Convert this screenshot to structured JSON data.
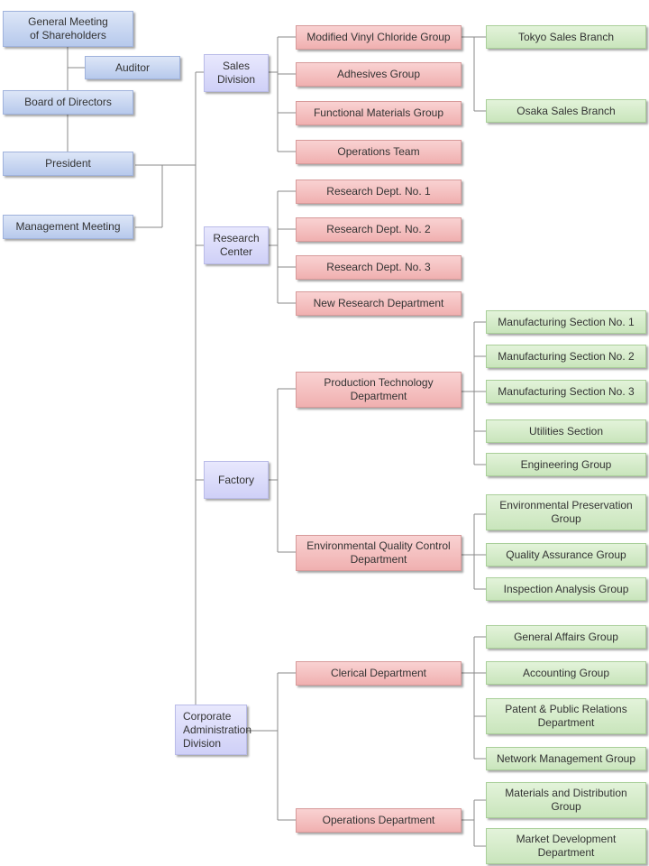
{
  "top": {
    "general_meeting": "General Meeting\nof Shareholders",
    "auditor": "Auditor",
    "board": "Board of Directors",
    "president": "President",
    "management_meeting": "Management Meeting"
  },
  "divisions": {
    "sales": "Sales\nDivision",
    "research": "Research\nCenter",
    "factory": "Factory",
    "corporate": "Corporate\nAdministration\nDivision"
  },
  "sales_groups": [
    "Modified Vinyl Chloride Group",
    "Adhesives Group",
    "Functional Materials Group",
    "Operations Team"
  ],
  "sales_branches": [
    "Tokyo Sales Branch",
    "Osaka Sales Branch"
  ],
  "research_depts": [
    "Research Dept. No. 1",
    "Research Dept. No. 2",
    "Research Dept. No. 3",
    "New Research Department"
  ],
  "factory_depts": [
    "Production Technology\nDepartment",
    "Environmental Quality Control\nDepartment"
  ],
  "production_sections": [
    "Manufacturing Section No. 1",
    "Manufacturing Section No. 2",
    "Manufacturing Section No. 3",
    "Utilities Section",
    "Engineering Group"
  ],
  "quality_groups": [
    "Environmental Preservation\nGroup",
    "Quality Assurance Group",
    "Inspection Analysis Group"
  ],
  "corporate_depts": [
    "Clerical Department",
    "Operations Department"
  ],
  "clerical_groups": [
    "General Affairs Group",
    "Accounting Group",
    "Patent & Public Relations\nDepartment",
    "Network Management Group"
  ],
  "operations_groups": [
    "Materials and Distribution\nGroup",
    "Market Development\nDepartment"
  ]
}
